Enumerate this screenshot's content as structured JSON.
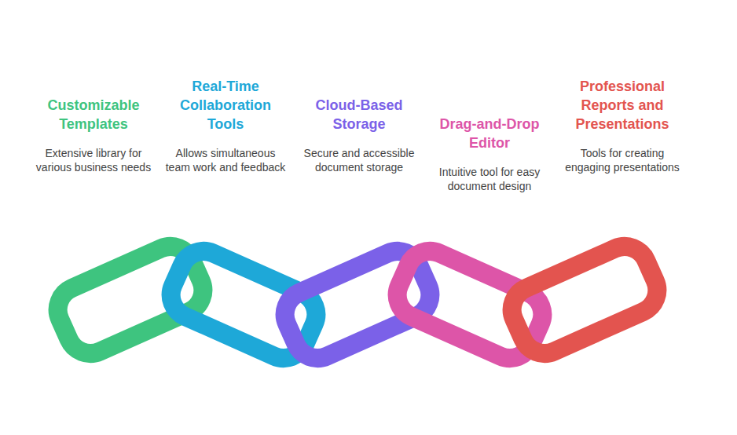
{
  "diagram": {
    "nodes": [
      {
        "text": [
          "Customizable Templates",
          "Extensive library for various business needs"
        ]
      },
      {
        "text": [
          "Real-Time Collaboration Tools",
          "Allows simultaneous team work and feedback"
        ]
      },
      {
        "text": [
          "Cloud-Based Storage",
          "Secure and accessible document storage"
        ]
      },
      {
        "text": [
          "Drag-and-Drop Editor",
          "Intuitive tool for easy document design"
        ]
      },
      {
        "text": [
          "Professional Reports and Presentations",
          "Tools for creating engaging presentations"
        ]
      }
    ]
  }
}
